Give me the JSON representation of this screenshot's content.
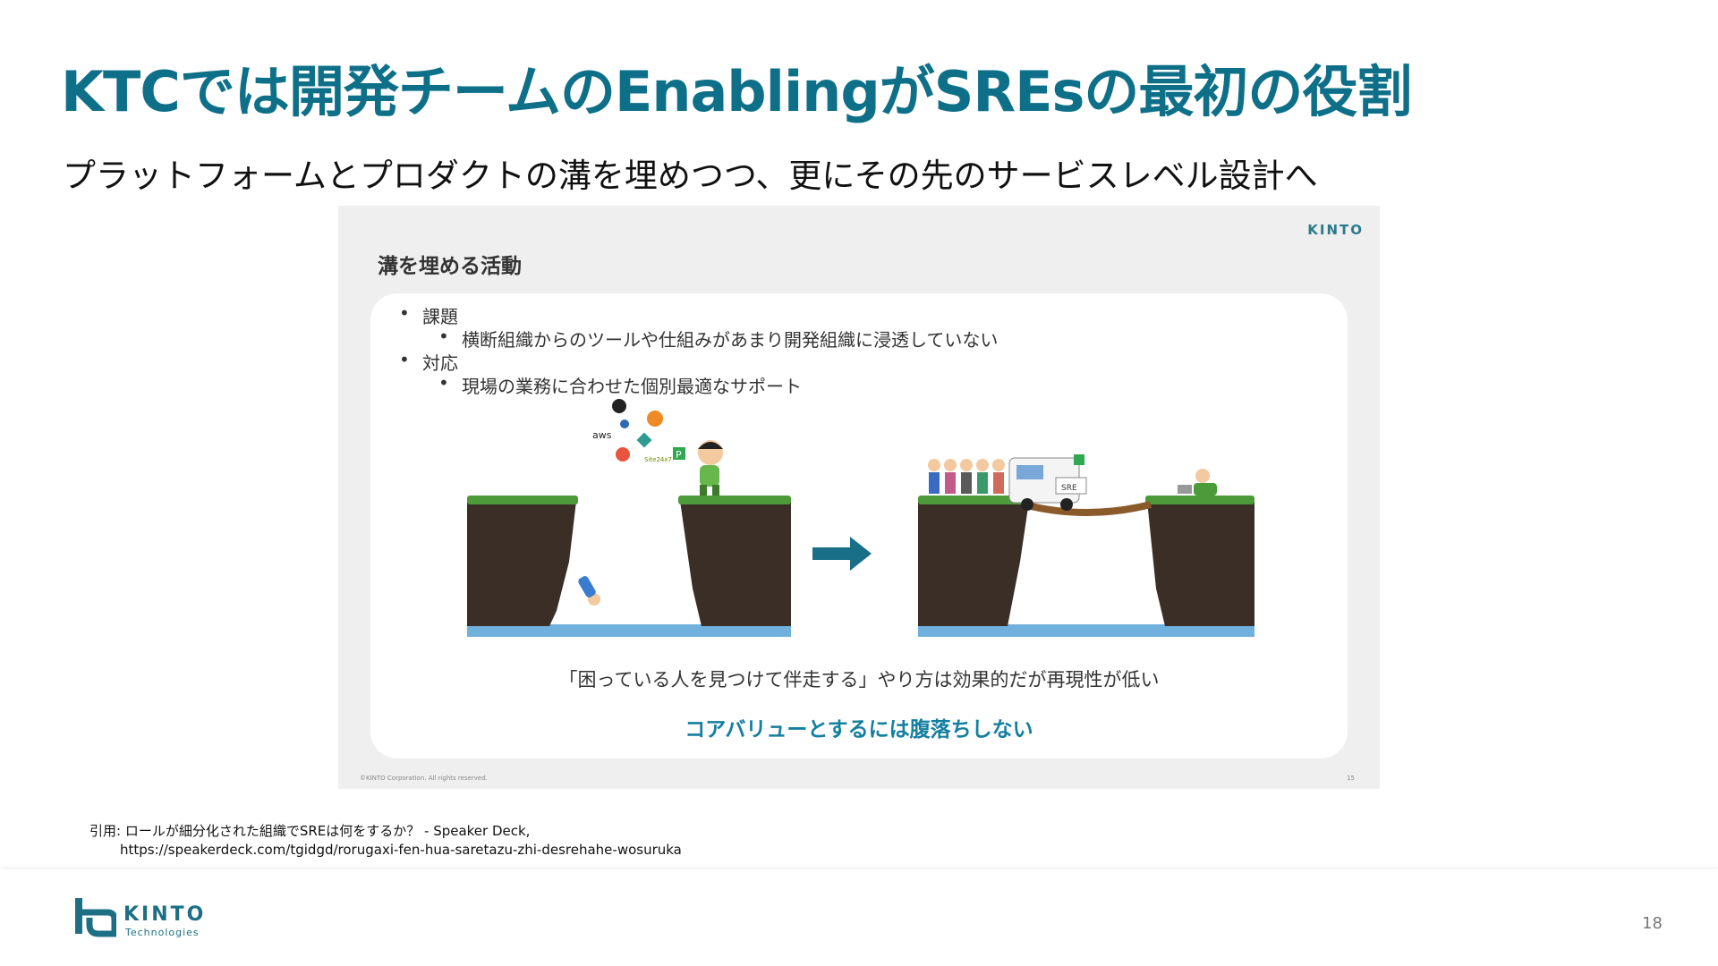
{
  "header": {
    "title": "KTCでは開発チームのEnablingがSREsの最初の役割",
    "subtitle": "プラットフォームとプロダクトの溝を埋めつつ、更にその先のサービスレベル設計へ"
  },
  "embedded_slide": {
    "brand": "KINTO",
    "title": "溝を埋める活動",
    "bullets": [
      {
        "text": "課題",
        "level": 1
      },
      {
        "text": "横断組織からのツールや仕組みがあまり開発組織に浸透していない",
        "level": 2
      },
      {
        "text": "対応",
        "level": 1
      },
      {
        "text": "現場の業務に合わせた個別最適なサポート",
        "level": 2
      }
    ],
    "illustration_labels": {
      "aws": "aws",
      "site24x7": "Site24x7",
      "p_badge": "P",
      "truck_label": "SRE"
    },
    "caption": "「困っている人を見つけて伴走する」やり方は効果的だが再現性が低い",
    "emphasis": "コアバリューとするには腹落ちしない",
    "copyright": "©KINTO Corporation. All rights reserved.",
    "slide_number": "15"
  },
  "citation": {
    "line1": "引用: ロールが細分化された組織でSREは何をするか？ - Speaker Deck,",
    "line2": "https://speakerdeck.com/tgidgd/rorugaxi-fen-hua-saretazu-zhi-desrehahe-wosuruka"
  },
  "footer": {
    "logo_text": "KINTO",
    "logo_sub": "Technologies",
    "page_number": "18"
  },
  "colors": {
    "accent": "#0e7088",
    "emphasis": "#157fa0",
    "arrow": "#1a6f88",
    "water": "#6fb0dc",
    "grass": "#4c9a3a",
    "rock": "#3a2e26"
  }
}
